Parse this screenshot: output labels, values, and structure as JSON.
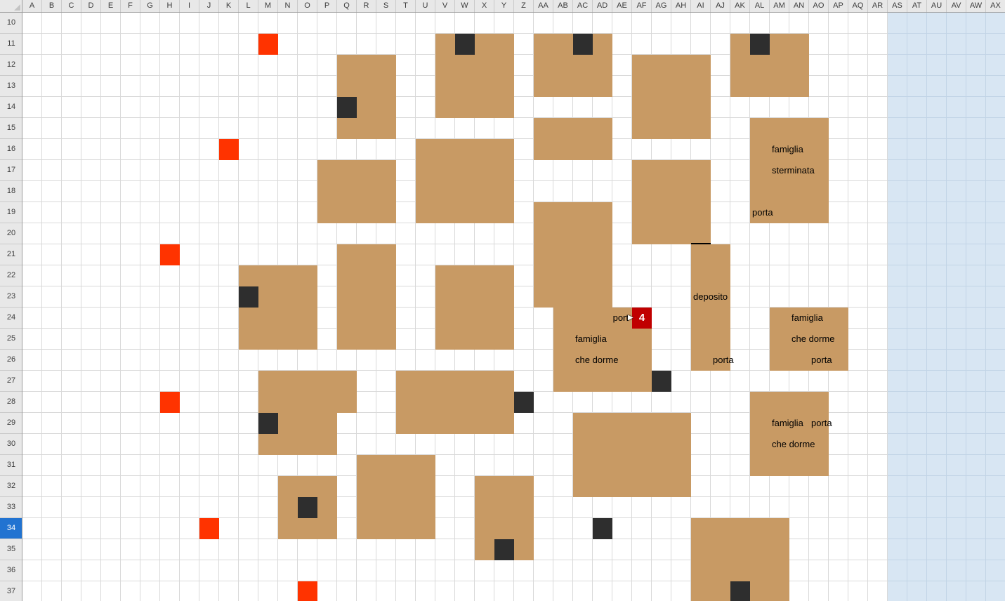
{
  "sheet": {
    "columns": [
      "A",
      "B",
      "C",
      "D",
      "E",
      "F",
      "G",
      "H",
      "I",
      "J",
      "K",
      "L",
      "M",
      "N",
      "O",
      "P",
      "Q",
      "R",
      "S",
      "T",
      "U",
      "V",
      "W",
      "X",
      "Y",
      "Z",
      "AA",
      "AB",
      "AC",
      "AD",
      "AE",
      "AF",
      "AG",
      "AH",
      "AI",
      "AJ",
      "AK",
      "AL",
      "AM",
      "AN",
      "AO",
      "AP",
      "AQ",
      "AR",
      "AS",
      "AT",
      "AU",
      "AV",
      "AW",
      "AX"
    ],
    "row_start": 10,
    "row_end": 37,
    "selected_row": 34,
    "blocks": [
      {
        "c": "V",
        "r": 11,
        "w": 4,
        "h": 4
      },
      {
        "c": "AA",
        "r": 11,
        "w": 4,
        "h": 3
      },
      {
        "c": "AK",
        "r": 11,
        "w": 4,
        "h": 3
      },
      {
        "c": "Q",
        "r": 12,
        "w": 3,
        "h": 4
      },
      {
        "c": "AF",
        "r": 12,
        "w": 4,
        "h": 4
      },
      {
        "c": "AA",
        "r": 15,
        "w": 4,
        "h": 2
      },
      {
        "c": "AL",
        "r": 15,
        "w": 4,
        "h": 5
      },
      {
        "c": "U",
        "r": 16,
        "w": 5,
        "h": 4
      },
      {
        "c": "P",
        "r": 17,
        "w": 4,
        "h": 3
      },
      {
        "c": "AF",
        "r": 17,
        "w": 4,
        "h": 4
      },
      {
        "c": "AA",
        "r": 19,
        "w": 4,
        "h": 5
      },
      {
        "c": "AI",
        "r": 21,
        "w": 2,
        "h": 6
      },
      {
        "c": "Q",
        "r": 21,
        "w": 3,
        "h": 5
      },
      {
        "c": "L",
        "r": 22,
        "w": 4,
        "h": 4
      },
      {
        "c": "V",
        "r": 22,
        "w": 4,
        "h": 4
      },
      {
        "c": "AB",
        "r": 24,
        "w": 5,
        "h": 4
      },
      {
        "c": "AM",
        "r": 24,
        "w": 4,
        "h": 3
      },
      {
        "c": "M",
        "r": 27,
        "w": 5,
        "h": 2
      },
      {
        "c": "T",
        "r": 27,
        "w": 6,
        "h": 3
      },
      {
        "c": "AL",
        "r": 28,
        "w": 4,
        "h": 4
      },
      {
        "c": "M",
        "r": 29,
        "w": 4,
        "h": 2
      },
      {
        "c": "AC",
        "r": 29,
        "w": 6,
        "h": 4
      },
      {
        "c": "R",
        "r": 31,
        "w": 4,
        "h": 4
      },
      {
        "c": "N",
        "r": 32,
        "w": 3,
        "h": 3
      },
      {
        "c": "X",
        "r": 32,
        "w": 3,
        "h": 4
      },
      {
        "c": "AI",
        "r": 34,
        "w": 5,
        "h": 4
      }
    ],
    "dark_cells": [
      {
        "c": "W",
        "r": 11
      },
      {
        "c": "AC",
        "r": 11
      },
      {
        "c": "AL",
        "r": 11
      },
      {
        "c": "Q",
        "r": 14
      },
      {
        "c": "L",
        "r": 23
      },
      {
        "c": "AG",
        "r": 27
      },
      {
        "c": "Z",
        "r": 28
      },
      {
        "c": "M",
        "r": 29
      },
      {
        "c": "O",
        "r": 33
      },
      {
        "c": "AD",
        "r": 34
      },
      {
        "c": "Y",
        "r": 35
      },
      {
        "c": "AK",
        "r": 37
      }
    ],
    "red_cells": [
      {
        "c": "M",
        "r": 11
      },
      {
        "c": "K",
        "r": 16
      },
      {
        "c": "H",
        "r": 21
      },
      {
        "c": "H",
        "r": 28
      },
      {
        "c": "J",
        "r": 34
      },
      {
        "c": "O",
        "r": 37
      }
    ],
    "labels": [
      {
        "text": "famiglia",
        "c": "AM",
        "r": 16
      },
      {
        "text": "sterminata",
        "c": "AM",
        "r": 17
      },
      {
        "text": "porta",
        "c": "AL",
        "r": 19
      },
      {
        "text": "deposito",
        "c": "AI",
        "r": 23
      },
      {
        "text": "porta",
        "c": "AJ",
        "r": 26
      },
      {
        "text": "port",
        "c": "AE",
        "r": 24,
        "align": "right"
      },
      {
        "text": "famiglia",
        "c": "AC",
        "r": 25
      },
      {
        "text": "che dorme",
        "c": "AC",
        "r": 26
      },
      {
        "text": "famiglia",
        "c": "AN",
        "r": 24
      },
      {
        "text": "che dorme",
        "c": "AN",
        "r": 25
      },
      {
        "text": "porta",
        "c": "AO",
        "r": 26
      },
      {
        "text": "famiglia",
        "c": "AM",
        "r": 29
      },
      {
        "text": "porta",
        "c": "AO",
        "r": 29
      },
      {
        "text": "che dorme",
        "c": "AM",
        "r": 30
      }
    ],
    "selected_cell": {
      "c": "AF",
      "r": 24,
      "text": "4"
    },
    "border_line": {
      "c": "AI",
      "r": 20
    },
    "blue_region": {
      "start": "AS",
      "end": "AX"
    },
    "cursor_icon": "▶"
  },
  "colors": {
    "block_fill": "#C89A64",
    "dark_fill": "#2E2E2E",
    "red_fill": "#FF3300",
    "selected_fill": "#C00000",
    "selected_text": "#FFFFFF",
    "blue_region_fill": "#D8E6F3",
    "blue_region_grid": "#C2D4E6",
    "grid_line": "#D9D9D9",
    "border_line_color": "#000000"
  }
}
